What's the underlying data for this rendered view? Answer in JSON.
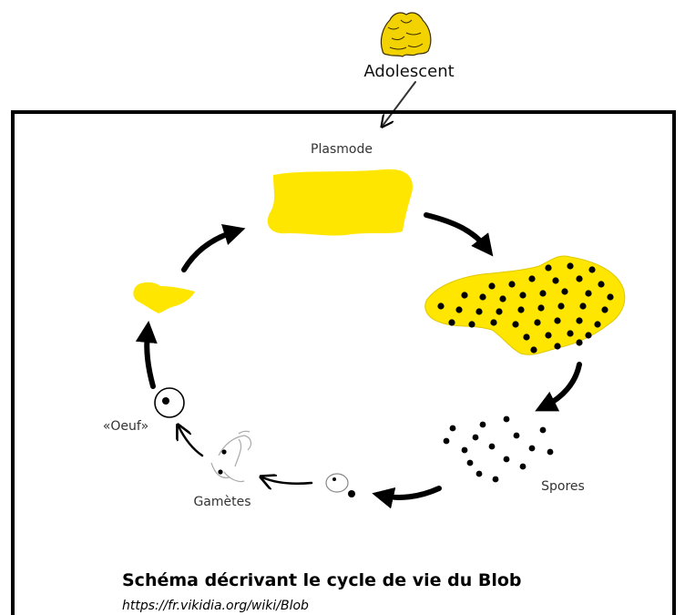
{
  "top_label": "Adolescent",
  "stages": {
    "plasmode": "Plasmode",
    "spores": "Spores",
    "gametes": "Gamètes",
    "oeuf": "«Oeuf»"
  },
  "caption": {
    "title": "Schéma décrivant le cycle de vie du Blob",
    "source": "https://fr.vikidia.org/wiki/Blob"
  },
  "colors": {
    "blob_yellow": "#ffe600",
    "frame": "#000000"
  }
}
